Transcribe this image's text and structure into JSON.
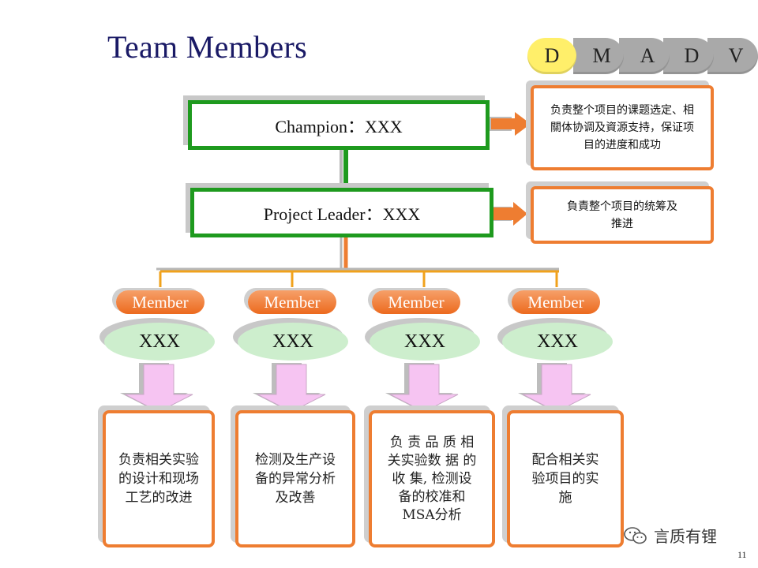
{
  "title": "Team Members",
  "phases": [
    "D",
    "M",
    "A",
    "D",
    "V"
  ],
  "active_phase_index": 0,
  "champion": {
    "label": "Champion：XXX",
    "description": "负责整个项目的课题选定、相關体协调及資源支持，保证项目的进度和成功"
  },
  "project_leader": {
    "label": "Project Leader：XXX",
    "description": "負責整个项目的统筹及推进"
  },
  "members": [
    {
      "role": "Member",
      "name": "XXX",
      "duty": "负责相关实验的设计和现场工艺的改进"
    },
    {
      "role": "Member",
      "name": "XXX",
      "duty": "检测及生产设备的异常分析及改善"
    },
    {
      "role": "Member",
      "name": "XXX",
      "duty": "负 责 品 质 相关实验数 据 的 收 集, 检测设备的校准和MSA分析"
    },
    {
      "role": "Member",
      "name": "XXX",
      "duty": "配合相关实验项目的实施"
    }
  ],
  "watermark": "言质有锂",
  "page_number": "11",
  "colors": {
    "green": "#1e9a1e",
    "orange": "#ee7d31",
    "arrow_pink": "#f6c4f2",
    "tab_active": "#ffef6a",
    "tab_inactive": "#a9a9a9"
  }
}
